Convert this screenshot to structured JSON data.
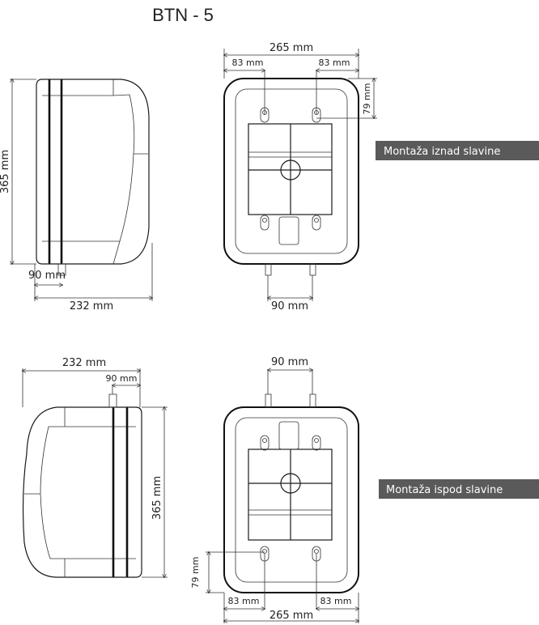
{
  "title": "BTN - 5",
  "top_view": {
    "label": "Montaža iznad slavine",
    "side": {
      "height": "365 mm",
      "connector_offset": "90 mm",
      "depth": "232 mm"
    },
    "front": {
      "width": "265 mm",
      "left_offset": "83 mm",
      "right_offset": "83 mm",
      "vertical_offset": "79 mm",
      "connector_spacing": "90 mm"
    }
  },
  "bottom_view": {
    "label": "Montaža ispod slavine",
    "side": {
      "height": "365 mm",
      "connector_offset": "90 mm",
      "depth": "232 mm"
    },
    "front": {
      "width": "265 mm",
      "left_offset": "83 mm",
      "right_offset": "83 mm",
      "vertical_offset": "79 mm",
      "connector_spacing": "90 mm"
    }
  },
  "colors": {
    "label_bg": "#5a5a5a",
    "line": "#1a1a1a"
  }
}
